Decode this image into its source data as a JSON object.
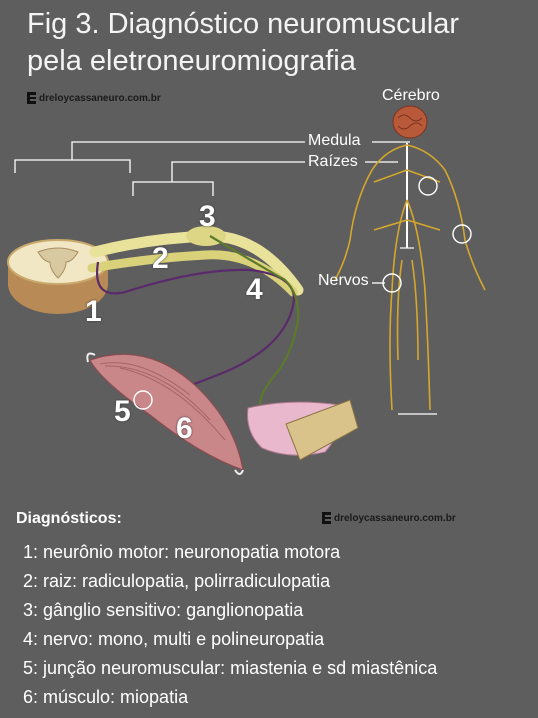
{
  "title": {
    "line1": "Fig 3. Diagnóstico neuromuscular",
    "line2": "pela eletroneuromiografia"
  },
  "watermark": {
    "top": "dreloycassaneuro.com.br",
    "bottom": "dreloycassaneuro.com.br"
  },
  "labels": {
    "brain": "Cérebro",
    "spinal_cord": "Medula",
    "roots": "Raízes",
    "nerves": "Nervos"
  },
  "numbers": [
    "1",
    "2",
    "3",
    "4",
    "5",
    "6"
  ],
  "diagnoses": {
    "heading": "Diagnósticos:",
    "items": [
      "1: neurônio motor: neuronopatia motora",
      "2: raiz: radiculopatia, polirradiculopatia",
      "3: gânglio sensitivo: ganglionopatia",
      "4: nervo: mono, multi e polineuropatia",
      "5: junção neuromuscular: miastenia e sd miastênica",
      "6: músculo: miopatia"
    ]
  },
  "colors": {
    "background": "#5e5e5e",
    "nerve_yellow": "#d9d27a",
    "motor_purple": "#5b2a6b",
    "sensory_green": "#5d7a2a",
    "muscle_pink": "#c9878a",
    "body_nerve": "#d4a72c"
  }
}
